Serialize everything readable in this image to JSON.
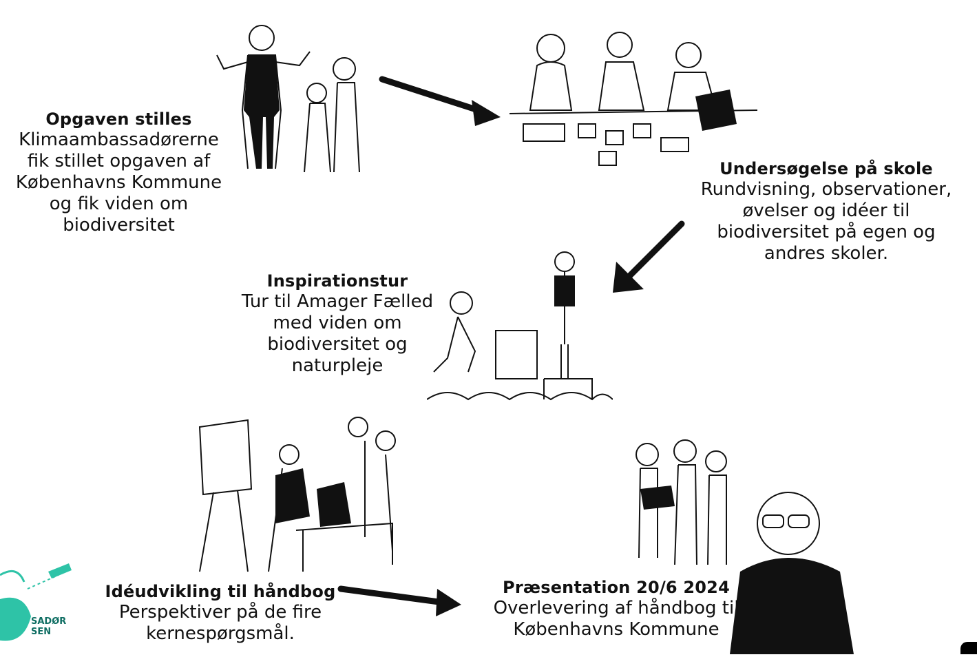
{
  "steps": [
    {
      "title": "Opgaven stilles",
      "lines": [
        "Klimaambassadørerne",
        "fik stillet opgaven af",
        "Københavns Kommune",
        "og fik viden om",
        "biodiversitet"
      ]
    },
    {
      "title": "Undersøgelse på skole",
      "lines": [
        "Rundvisning, observationer,",
        "øvelser og idéer til",
        "biodiversitet på egen og",
        "andres skoler."
      ]
    },
    {
      "title": "Inspirationstur",
      "lines": [
        "Tur til Amager Fælled",
        "med viden om",
        "biodiversitet og",
        "naturpleje"
      ]
    },
    {
      "title": "Idéudvikling til håndbog",
      "lines": [
        "Perspektiver på de fire",
        "kernespørgsmål."
      ]
    },
    {
      "title": "Præsentation 20/6 2024",
      "lines": [
        "Overlevering af håndbog til",
        "Københavns Kommune"
      ]
    }
  ],
  "logo": {
    "line1": "SADØR",
    "line2": "SEN"
  },
  "colors": {
    "ink": "#111111",
    "logo": "#2ec3a7",
    "logo_text": "#0f6e63"
  }
}
